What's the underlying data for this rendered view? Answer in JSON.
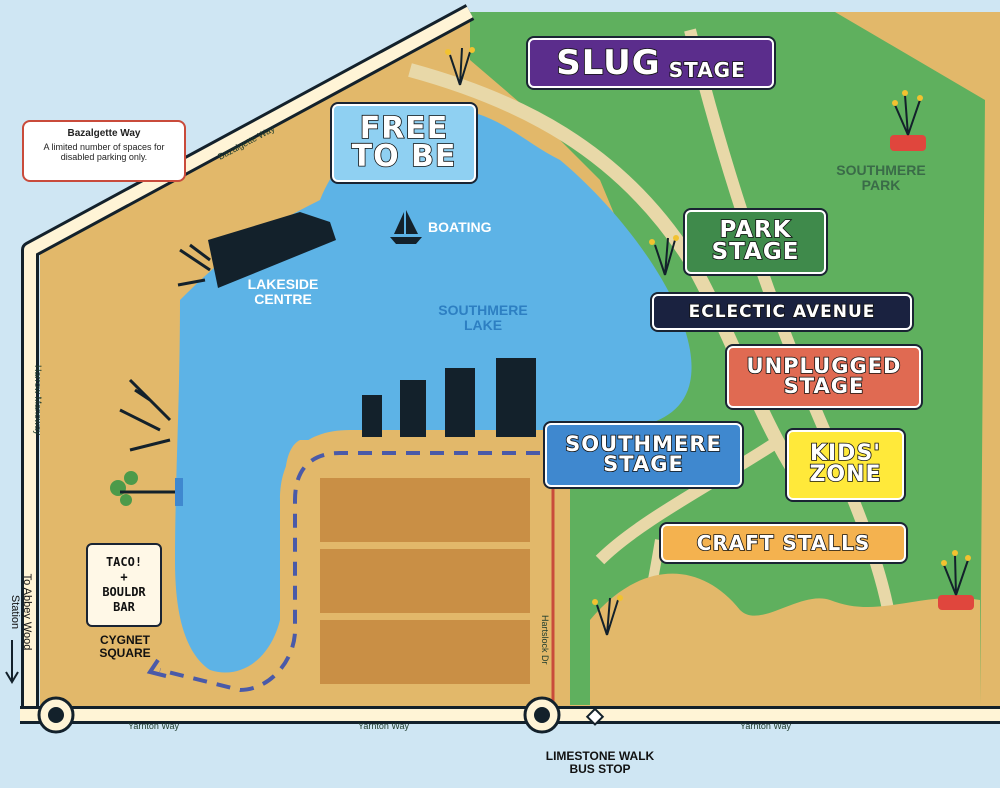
{
  "stages": {
    "slug_main": "SLUG",
    "slug_sub": "STAGE",
    "free_to_be": "FREE\nTO BE",
    "park_stage": "PARK\nSTAGE",
    "eclectic_avenue": "ECLECTIC AVENUE",
    "unplugged_stage": "UNPLUGGED\nSTAGE",
    "southmere_stage": "SOUTHMERE\nSTAGE",
    "kids_zone": "KIDS'\nZONE",
    "craft_stalls": "CRAFT STALLS"
  },
  "places": {
    "southmere_park": "SOUTHMERE\nPARK",
    "boating": "BOATING",
    "lakeside_centre": "LAKESIDE\nCENTRE",
    "southmere_lake": "SOUTHMERE\nLAKE",
    "cygnet_square": "CYGNET\nSQUARE",
    "bus_stop": "LIMESTONE WALK\nBUS STOP",
    "abbey_wood": "To Abbey Wood\nStation"
  },
  "roads": {
    "bazalgette": "Bazalgette Way",
    "harrow": "Harrow Manoway",
    "yarnton": "Yarnton Way",
    "hartslock": "Hartslock Dr"
  },
  "callout": {
    "title": "Bazalgette Way",
    "text": "A limited number of spaces for disabled parking only."
  },
  "taco_bar": {
    "line1": "TACO!",
    "line2": "+",
    "line3": "BOULDR",
    "line4": "BAR"
  },
  "colors": {
    "sky": "#cfe6f3",
    "park": "#5fb05e",
    "sand": "#e2b86a",
    "lake": "#5db3e6",
    "plot": "#c98f45",
    "road": "#fff4d6",
    "slug": "#5b2d8c",
    "free": "#8fd0f2",
    "park_stage": "#3f8a4b",
    "eclectic": "#1a2240",
    "unplugged": "#e06a52",
    "southmere": "#3f88cf",
    "kids": "#ffe93a",
    "craft": "#f4b24f"
  }
}
